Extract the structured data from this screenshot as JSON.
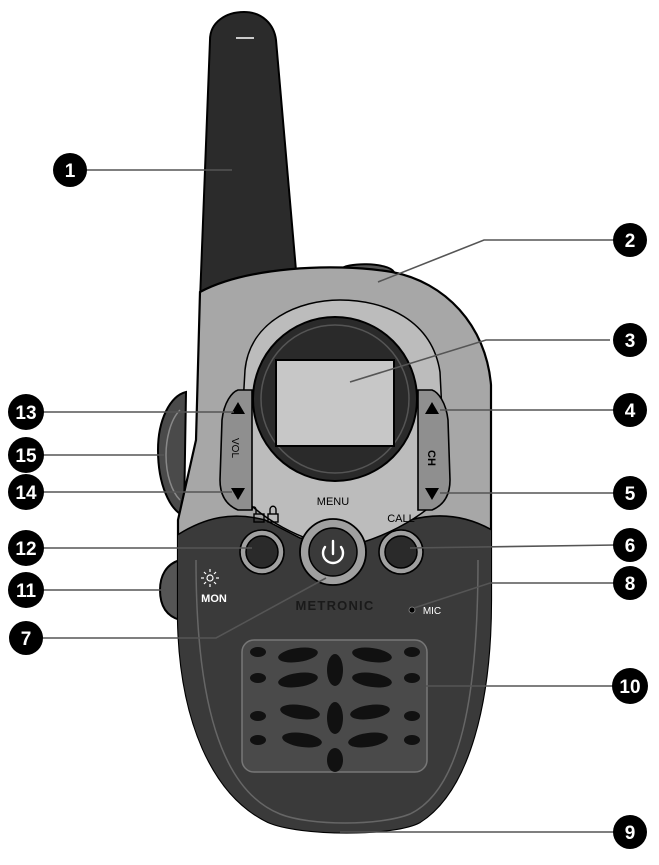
{
  "device": {
    "brand": "METRONIC",
    "labels": {
      "menu": "MENU",
      "call": "CALL",
      "vol": "VOL",
      "ch": "CH",
      "mon": "MON",
      "mic": "MIC"
    },
    "colors": {
      "antenna": "#2b2b2b",
      "upper_shell": "#a7a7a7",
      "lower_shell": "#3a3a3a",
      "screen": "#c7c7c7",
      "callout": "#000000"
    }
  },
  "callouts": [
    {
      "number": "1"
    },
    {
      "number": "2"
    },
    {
      "number": "3"
    },
    {
      "number": "4"
    },
    {
      "number": "5"
    },
    {
      "number": "6"
    },
    {
      "number": "7"
    },
    {
      "number": "8"
    },
    {
      "number": "9"
    },
    {
      "number": "10"
    },
    {
      "number": "11"
    },
    {
      "number": "12"
    },
    {
      "number": "13"
    },
    {
      "number": "14"
    },
    {
      "number": "15"
    }
  ]
}
